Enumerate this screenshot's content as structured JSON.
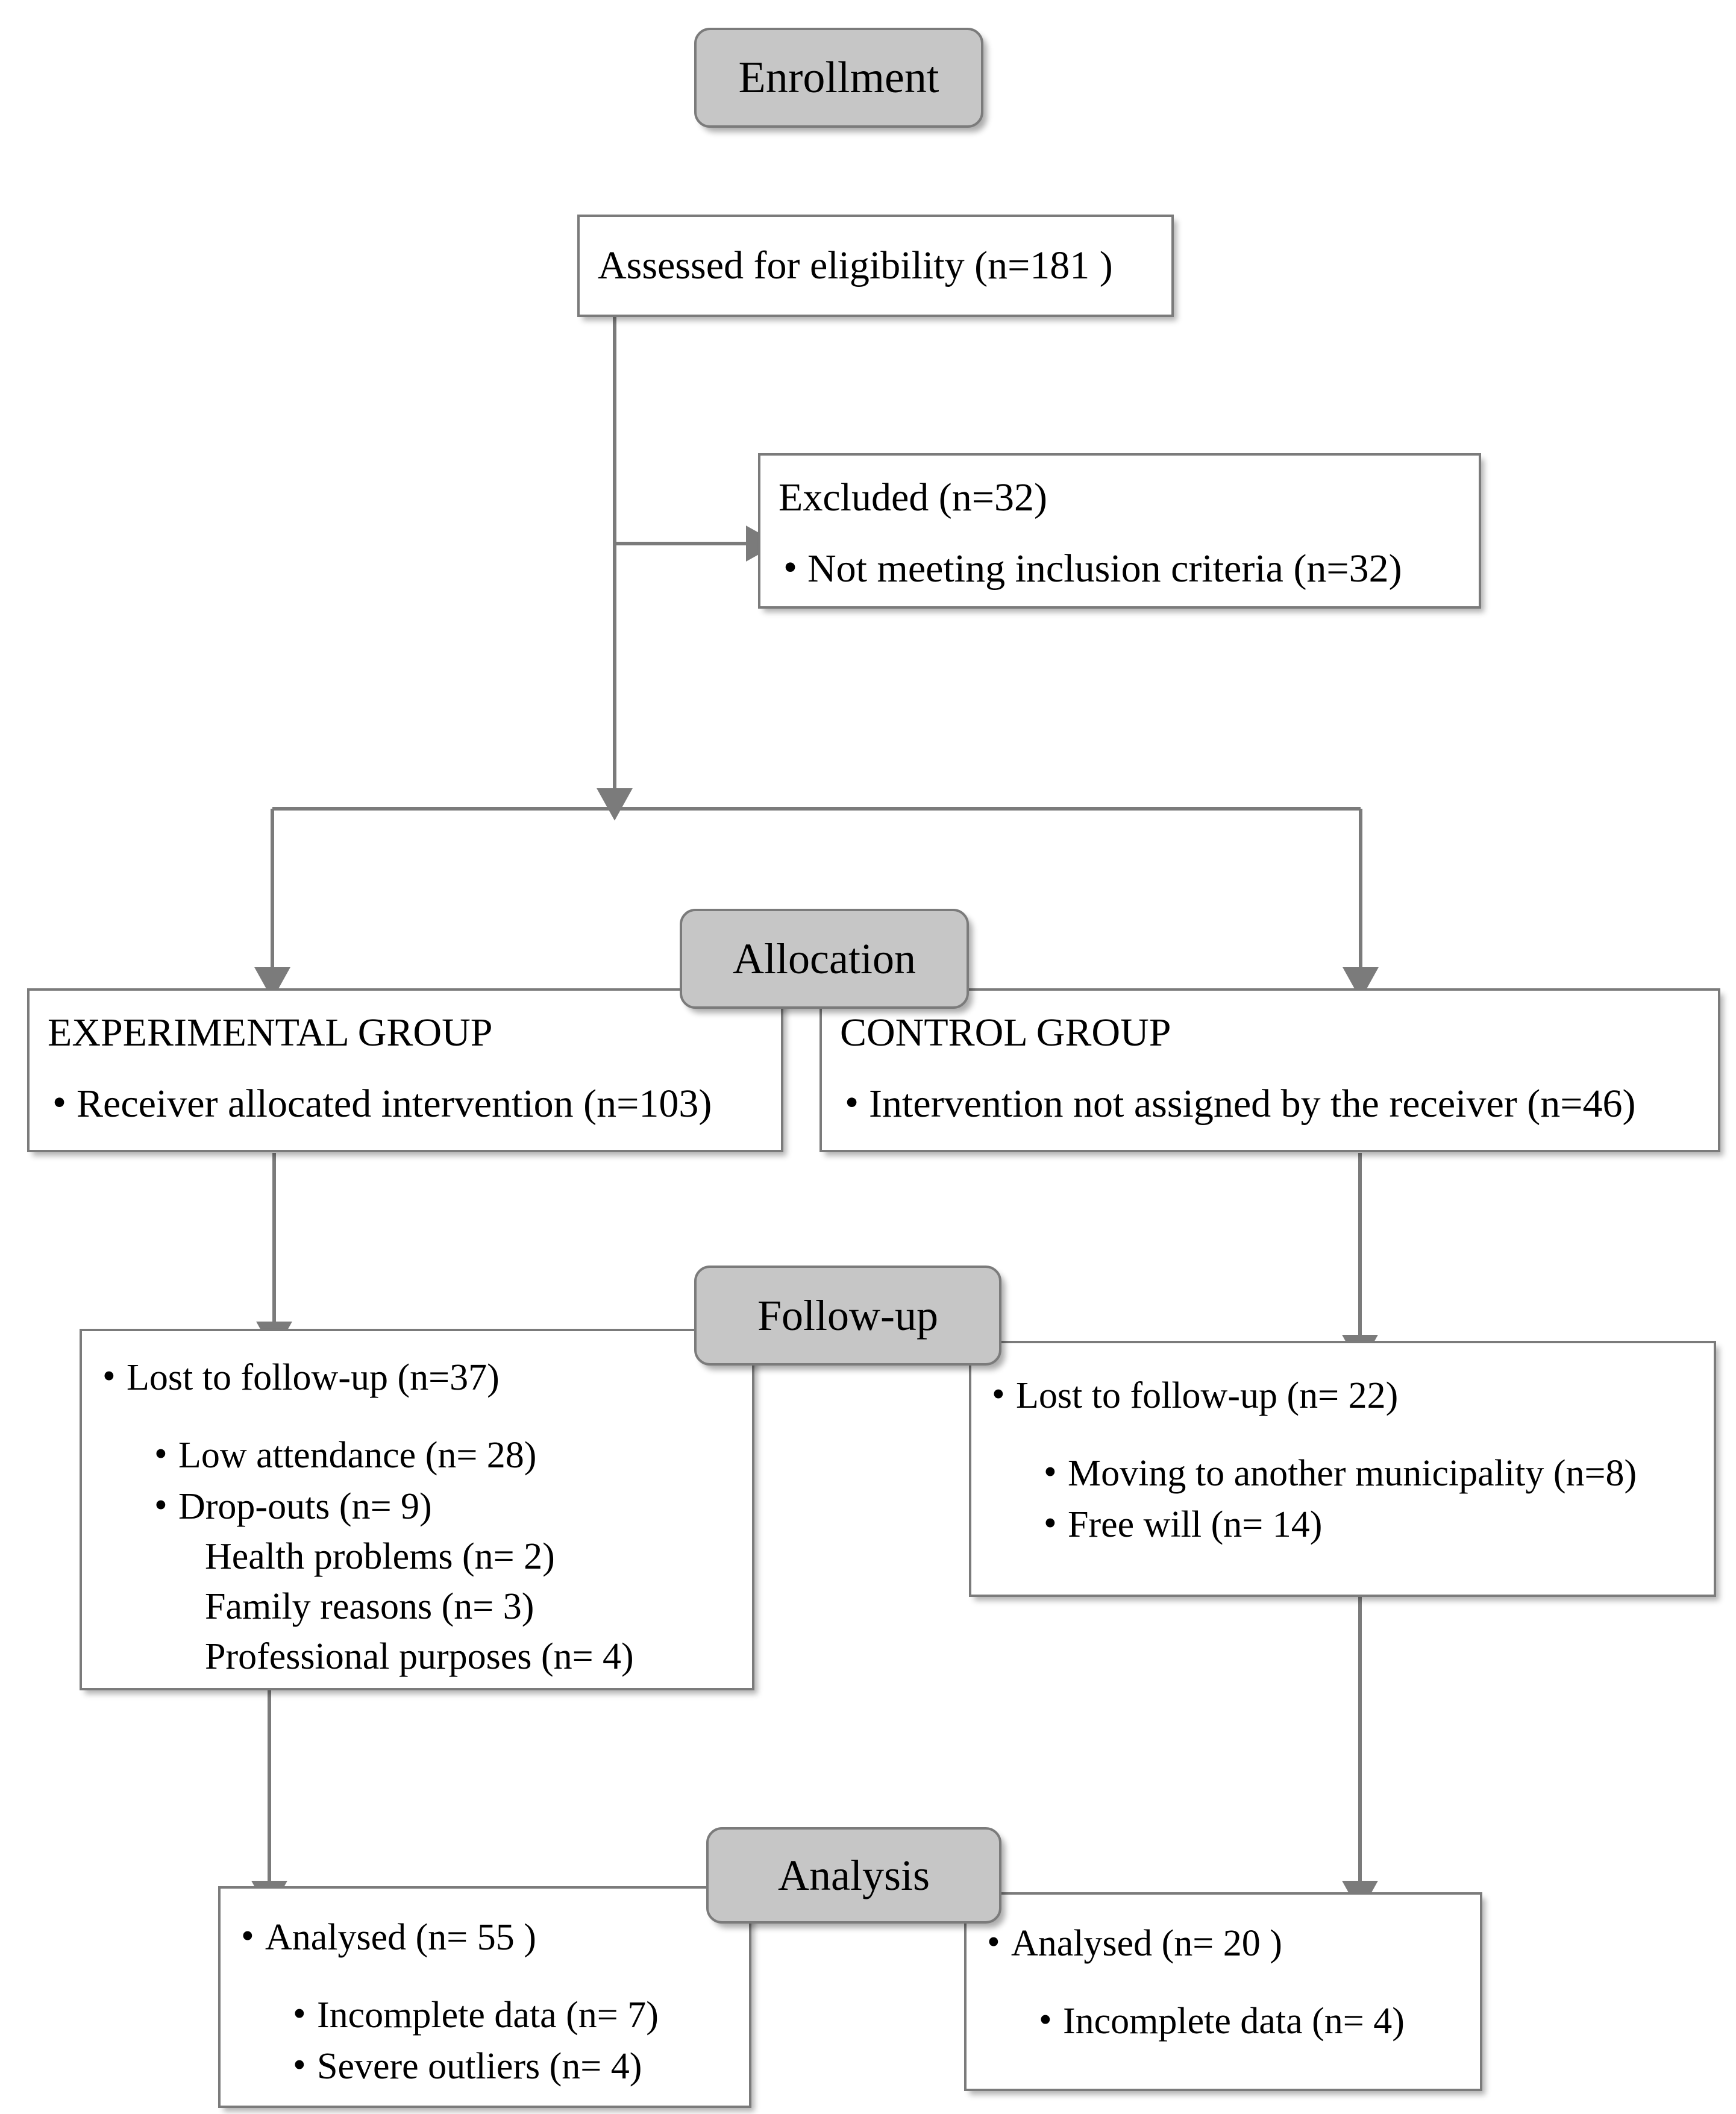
{
  "diagram": {
    "title": "CONSORT participant flow diagram",
    "colors": {
      "stage_fill": "#c6c6c6",
      "border": "#7b7b7b",
      "box_fill": "#ffffff",
      "text": "#000000"
    }
  },
  "stages": {
    "enrollment": "Enrollment",
    "allocation": "Allocation",
    "followup": "Follow-up",
    "analysis": "Analysis"
  },
  "nodes": {
    "assessed": {
      "text": "Assessed for eligibility (n=181 )"
    },
    "excluded": {
      "heading": "Excluded (n=32)",
      "reason": "Not meeting inclusion criteria (n=32)"
    },
    "experimental_alloc": {
      "heading": "EXPERIMENTAL GROUP",
      "bullet": "Receiver allocated intervention (n=103)"
    },
    "control_alloc": {
      "heading": "CONTROL GROUP",
      "bullet": "Intervention not assigned by the receiver (n=46)"
    },
    "experimental_followup": {
      "lost": "Lost to follow-up (n=37)",
      "low_attendance": "Low attendance (n= 28)",
      "dropouts": "Drop-outs (n= 9)",
      "health": "Health problems (n= 2)",
      "family": "Family reasons (n= 3)",
      "professional": "Professional purposes (n= 4)"
    },
    "control_followup": {
      "lost": "Lost to follow-up (n= 22)",
      "moving": "Moving to another municipality (n=8)",
      "free_will": "Free will (n= 14)"
    },
    "experimental_analysis": {
      "analysed": "Analysed (n= 55 )",
      "incomplete": "Incomplete data (n= 7)",
      "outliers": "Severe outliers (n= 4)"
    },
    "control_analysis": {
      "analysed": "Analysed (n= 20 )",
      "incomplete": "Incomplete data (n= 4)"
    }
  },
  "chart_data": {
    "type": "diagram",
    "flow": "CONSORT",
    "counts": {
      "assessed_for_eligibility": 181,
      "excluded_total": 32,
      "excluded_not_meeting_inclusion_criteria": 32,
      "experimental_allocated": 103,
      "control_allocated": 46,
      "experimental_lost_to_followup": 37,
      "experimental_low_attendance": 28,
      "experimental_dropouts": 9,
      "experimental_dropout_health_problems": 2,
      "experimental_dropout_family_reasons": 3,
      "experimental_dropout_professional_purposes": 4,
      "control_lost_to_followup": 22,
      "control_moving_municipality": 8,
      "control_free_will": 14,
      "experimental_analysed": 55,
      "experimental_incomplete_data": 7,
      "experimental_severe_outliers": 4,
      "control_analysed": 20,
      "control_incomplete_data": 4
    }
  }
}
